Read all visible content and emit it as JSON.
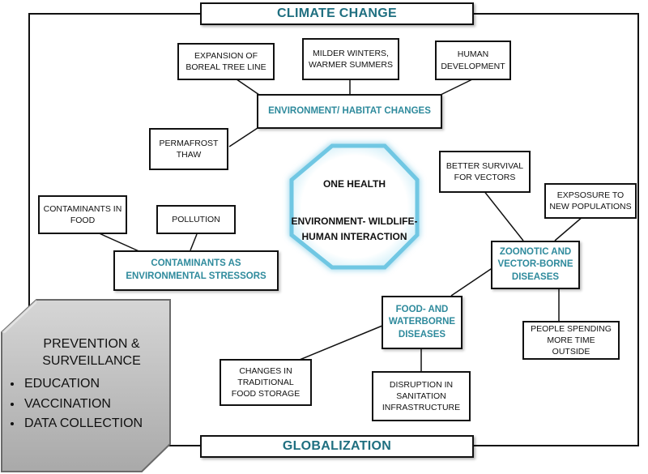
{
  "banners": {
    "top": "CLIMATE CHANGE",
    "bottom": "GLOBALIZATION"
  },
  "center": {
    "line1": "ONE HEALTH",
    "line2": "ENVIRONMENT- WILDLIFE-",
    "line3": "HUMAN INTERACTION"
  },
  "habitat": {
    "title": "ENVIRONMENT/  HABITAT CHANGES",
    "boreal": "EXPANSION OF BOREAL TREE LINE",
    "milder": "MILDER WINTERS, WARMER SUMMERS",
    "human_dev": "HUMAN DEVELOPMENT",
    "permafrost": "PERMAFROST THAW"
  },
  "contaminants": {
    "title": "CONTAMINANTS AS ENVIRONMENTAL STRESSORS",
    "food": "CONTAMINANTS IN FOOD",
    "pollution": "POLLUTION"
  },
  "zoonotic": {
    "title": "ZOONOTIC AND VECTOR-BORNE DISEASES",
    "vectors": "BETTER SURVIVAL FOR VECTORS",
    "exposure": "EXPSOSURE TO NEW POPULATIONS",
    "outside": "PEOPLE SPENDING MORE TIME OUTSIDE"
  },
  "foodborne": {
    "title": "FOOD- AND WATERBORNE DISEASES",
    "storage": "CHANGES IN TRADITIONAL FOOD STORAGE",
    "sanitation": "DISRUPTION IN SANITATION INFRASTRUCTURE"
  },
  "prevention": {
    "title": "PREVENTION & SURVEILLANCE",
    "items": [
      "EDUCATION",
      "VACCINATION",
      "DATA COLLECTION"
    ]
  },
  "colors": {
    "teal": "#2e8a9c",
    "banner_text": "#1f6f80",
    "octagon_glow": "#8fd6ec",
    "prevention_fill": "#bdbdbd"
  }
}
